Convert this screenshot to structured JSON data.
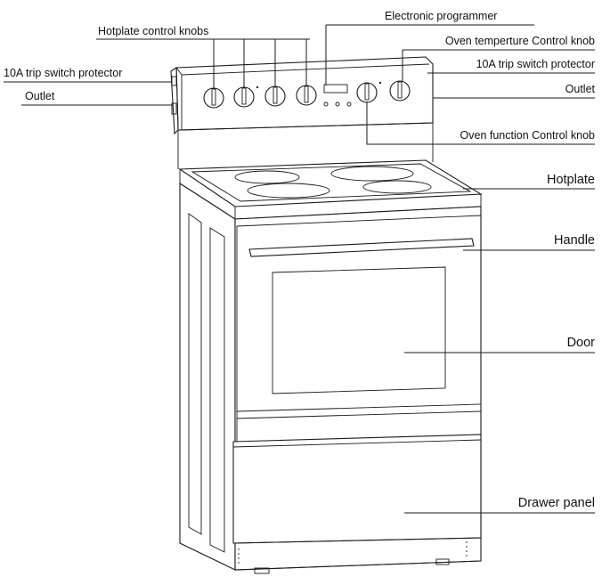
{
  "labels": {
    "hotplate_control_knobs": "Hotplate control knobs",
    "electronic_programmer": "Electronic programmer",
    "oven_temperature_knob": "Oven temperture Control knob",
    "trip_switch_left": "10A trip switch protector",
    "trip_switch_right": "10A trip switch protector",
    "outlet_left": "Outlet",
    "outlet_right": "Outlet",
    "oven_function_knob": "Oven function Control knob",
    "hotplate": "Hotplate",
    "handle": "Handle",
    "door": "Door",
    "drawer_panel": "Drawer panel"
  }
}
